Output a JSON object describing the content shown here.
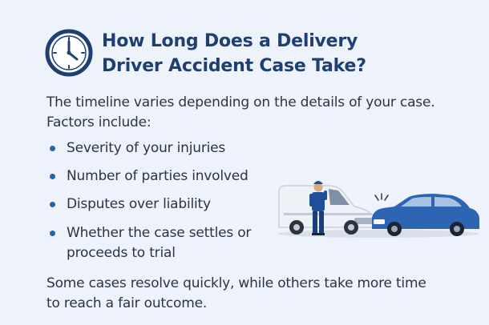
{
  "heading": {
    "line1": "How Long Does a Delivery",
    "line2": "Driver Accident Case Take?",
    "icon": "clock-icon"
  },
  "intro": {
    "line1": "The timeline varies depending on the details of your case.",
    "line2": "Factors include:"
  },
  "factors": [
    {
      "line1": "Severity of your injuries",
      "line2": ""
    },
    {
      "line1": "Number of parties involved",
      "line2": ""
    },
    {
      "line1": "Disputes over liability",
      "line2": ""
    },
    {
      "line1": "Whether the case settles or",
      "line2": "proceeds to trial"
    }
  ],
  "outro": {
    "line1": "Some cases resolve quickly, while others take more time",
    "line2": "to reach a fair outcome."
  },
  "illustration": {
    "icon": "delivery-van-collision-illustration"
  },
  "colors": {
    "background": "#eef2fa",
    "heading": "#1f3f73",
    "text": "#2a3446",
    "bullet": "#2a64a8",
    "car": "#2d64b3",
    "van": "#eef1f6"
  }
}
